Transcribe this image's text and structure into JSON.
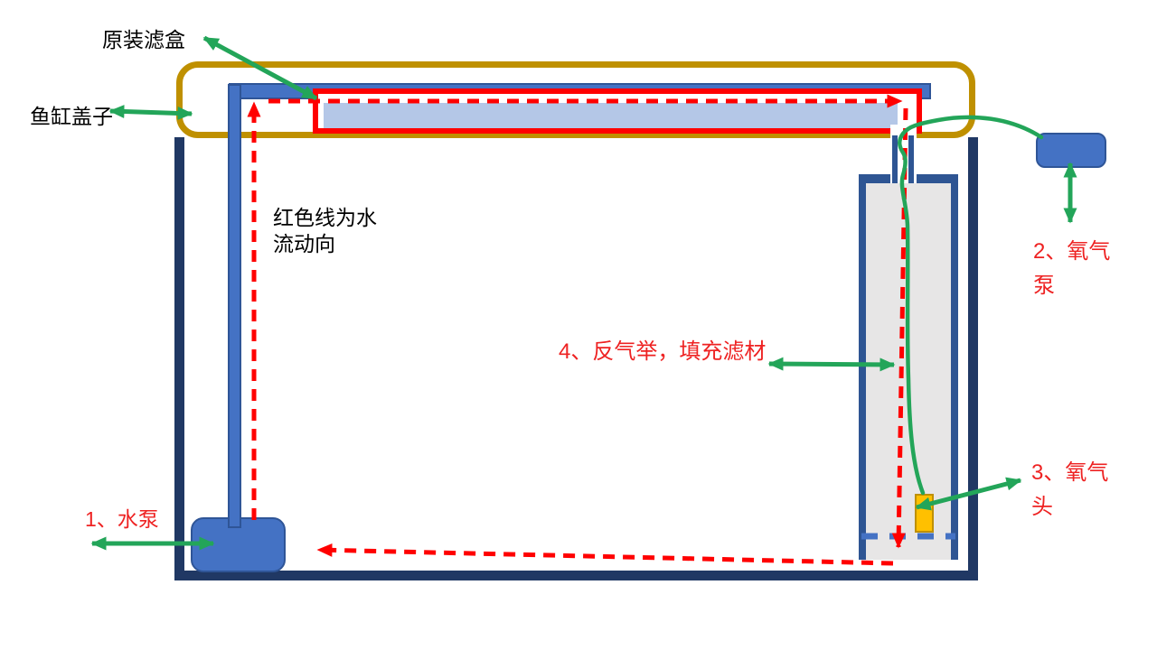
{
  "diagram": {
    "labels": {
      "filter_box": "原装滤盒",
      "tank_lid": "鱼缸盖子",
      "flow_note": "红色线为水流动向",
      "water_pump": "1、水泵",
      "oxygen_pump": "2、氧气泵",
      "air_stone": "3、氧气头",
      "air_lift": "4、反气举，填充滤材"
    },
    "colors": {
      "tank_wall": "#203864",
      "lid": "#BF9000",
      "pump_blue": "#4472C4",
      "pump_blue_edge": "#2F5597",
      "filter_box_outline": "#FF0000",
      "filter_media": "#B4C7E7",
      "air_lift_wall": "#2E5593",
      "air_lift_fill": "#E7E6E6",
      "air_stone": "#FFC000",
      "flow_line": "#FF0000",
      "grate_dashed": "#4472C4",
      "arrow_green": "#23A559",
      "label_red": "#EE2222",
      "label_black": "#000000"
    }
  }
}
